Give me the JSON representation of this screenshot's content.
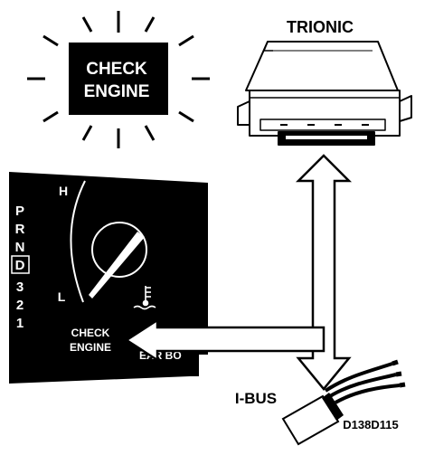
{
  "warning_lamp": {
    "line1": "CHECK",
    "line2": "ENGINE"
  },
  "ecu": {
    "label": "TRIONIC"
  },
  "cluster": {
    "gear_letters": [
      "P",
      "R",
      "N",
      "D",
      "3",
      "2",
      "1"
    ],
    "selected_gear": "D",
    "gauge_high": "H",
    "gauge_low": "L",
    "lamp_line1": "CHECK",
    "lamp_line2": "ENGINE",
    "partial_text": "EAR BO"
  },
  "bus": {
    "label": "I-BUS"
  },
  "figure_code": "D138D115",
  "colors": {
    "ink": "#000000",
    "paper": "#ffffff"
  }
}
